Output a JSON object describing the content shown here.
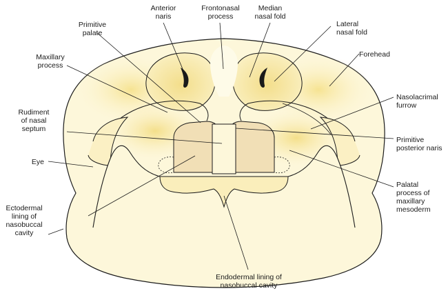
{
  "labels": {
    "anterior_naris": "Anterior\nnaris",
    "frontonasal_process": "Frontonasal\nprocess",
    "median_nasal_fold": "Median\nnasal fold",
    "primitive_palate": "Primitive\npalate",
    "lateral_nasal_fold": "Lateral\nnasal fold",
    "maxillary_process": "Maxillary\nprocess",
    "forehead": "Forehead",
    "nasolacrimal_furrow": "Nasolacrimal\nfurrow",
    "rudiment_nasal_septum": "Rudiment\nof nasal\nseptum",
    "primitive_posterior_naris": "Primitive\nposterior naris",
    "eye": "Eye",
    "palatal_process": "Palatal\nprocess of\nmaxillary\nmesoderm",
    "ectodermal_lining": "Ectodermal\nlining of\nnasobuccal\ncavity",
    "endodermal_lining": "Endodermal lining of\nnasobuccal cavity"
  },
  "colors": {
    "fill_pale": "#fdf7da",
    "fill_yellow": "#faeebb",
    "fill_deep": "#f5e08e",
    "septum_tan": "#f1dfb6",
    "outline": "#1a1a1a"
  }
}
